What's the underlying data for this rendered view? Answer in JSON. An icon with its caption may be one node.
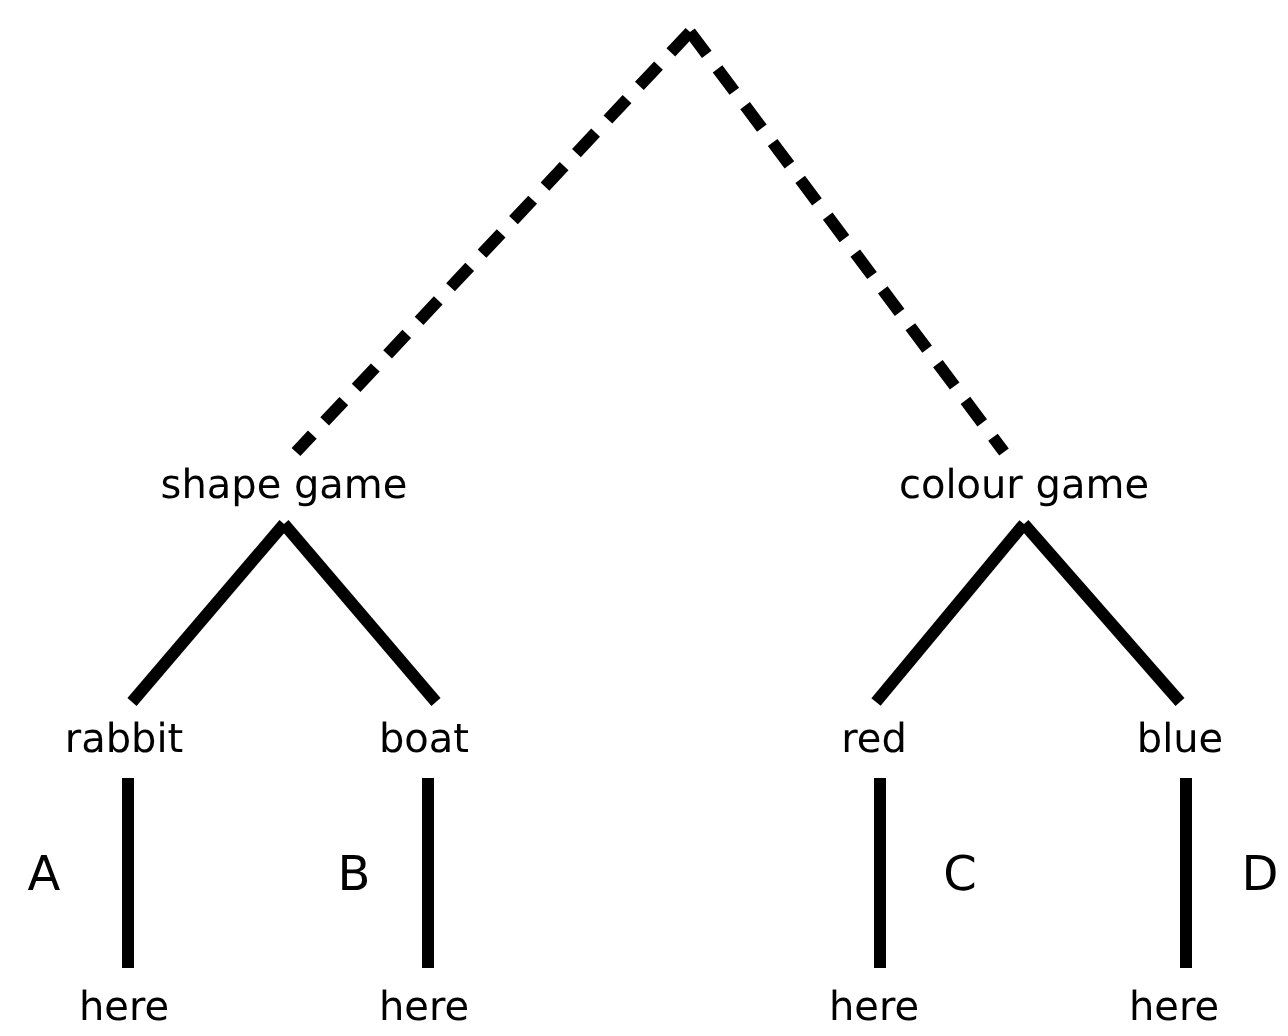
{
  "diagram": {
    "nodes": [
      {
        "text": [
          "shape game"
        ]
      },
      {
        "text": [
          "colour game"
        ]
      },
      {
        "text": [
          "rabbit"
        ]
      },
      {
        "text": [
          "boat"
        ]
      },
      {
        "text": [
          "red"
        ]
      },
      {
        "text": [
          "blue"
        ]
      },
      {
        "text": [
          "here"
        ]
      },
      {
        "text": [
          "here"
        ]
      },
      {
        "text": [
          "here"
        ]
      },
      {
        "text": [
          "here"
        ]
      }
    ],
    "edges": [
      {
        "from": null,
        "to": 0,
        "arrow": "none",
        "style": "dashed"
      },
      {
        "from": null,
        "to": 1,
        "arrow": "none",
        "style": "dashed"
      },
      {
        "from": 0,
        "to": 2,
        "arrow": "none"
      },
      {
        "from": 0,
        "to": 3,
        "arrow": "none"
      },
      {
        "from": 1,
        "to": 4,
        "arrow": "none"
      },
      {
        "from": 1,
        "to": 5,
        "arrow": "none"
      },
      {
        "from": 2,
        "to": 6,
        "arrow": "none",
        "label": "A"
      },
      {
        "from": 3,
        "to": 7,
        "arrow": "none",
        "label": "B"
      },
      {
        "from": 4,
        "to": 8,
        "arrow": "none",
        "label": "C"
      },
      {
        "from": 5,
        "to": 9,
        "arrow": "none",
        "label": "D"
      }
    ]
  }
}
